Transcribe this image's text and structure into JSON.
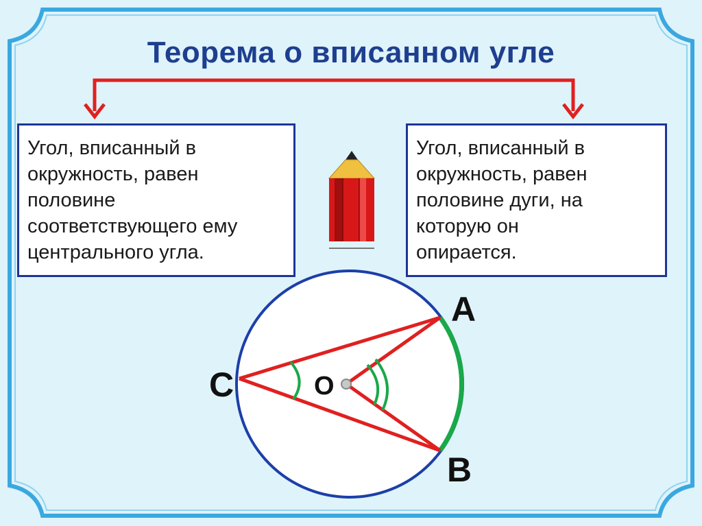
{
  "title": "Теорема о вписанном угле",
  "left_box": {
    "lines": [
      "Угол, вписанный в",
      "окружность, равен",
      "половине",
      "соответствующего ему",
      "центрального угла."
    ]
  },
  "right_box": {
    "lines": [
      "Угол, вписанный в",
      "окружность, равен",
      "половине дуги, на",
      "которую он",
      "опирается."
    ]
  },
  "diagram": {
    "points": {
      "A": "A",
      "B": "B",
      "C": "C",
      "O": "O"
    }
  },
  "icons": [
    "pencil-icon"
  ],
  "colors": {
    "background": "#dff3fa",
    "frame": "#3aa8e0",
    "title": "#1e3f8f",
    "box_border": "#1c3596",
    "connector": "#e02020",
    "circle": "#1c3fa8",
    "chords": "#e02020",
    "arc": "#1aa84a"
  }
}
